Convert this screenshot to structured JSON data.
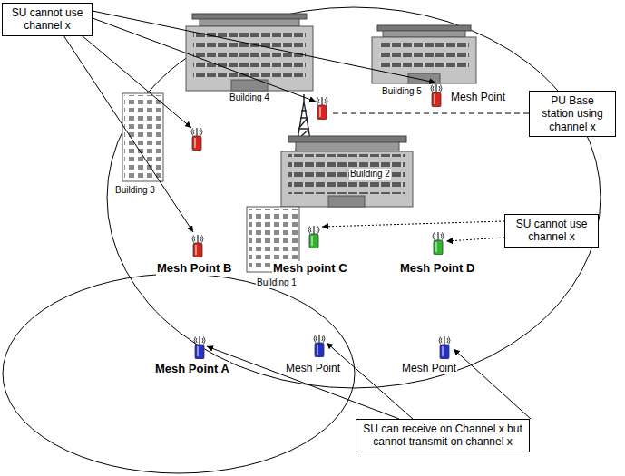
{
  "diagram": {
    "nodes": [
      {
        "text": [
          "SU cannot use channel x"
        ]
      },
      {
        "text": [
          "PU Base station using channel x"
        ]
      },
      {
        "text": [
          "SU cannot use channel x"
        ]
      },
      {
        "text": [
          "SU can receive on Channel x but cannot transmit on channel x"
        ]
      }
    ],
    "labels": [
      "Building 4",
      "Building 5",
      "Mesh Point",
      "Building 3",
      "Building 2",
      "Mesh Point B",
      "Mesh point C",
      "Mesh Point D",
      "Building 1",
      "Mesh Point A",
      "Mesh Point",
      "Mesh Point"
    ]
  }
}
